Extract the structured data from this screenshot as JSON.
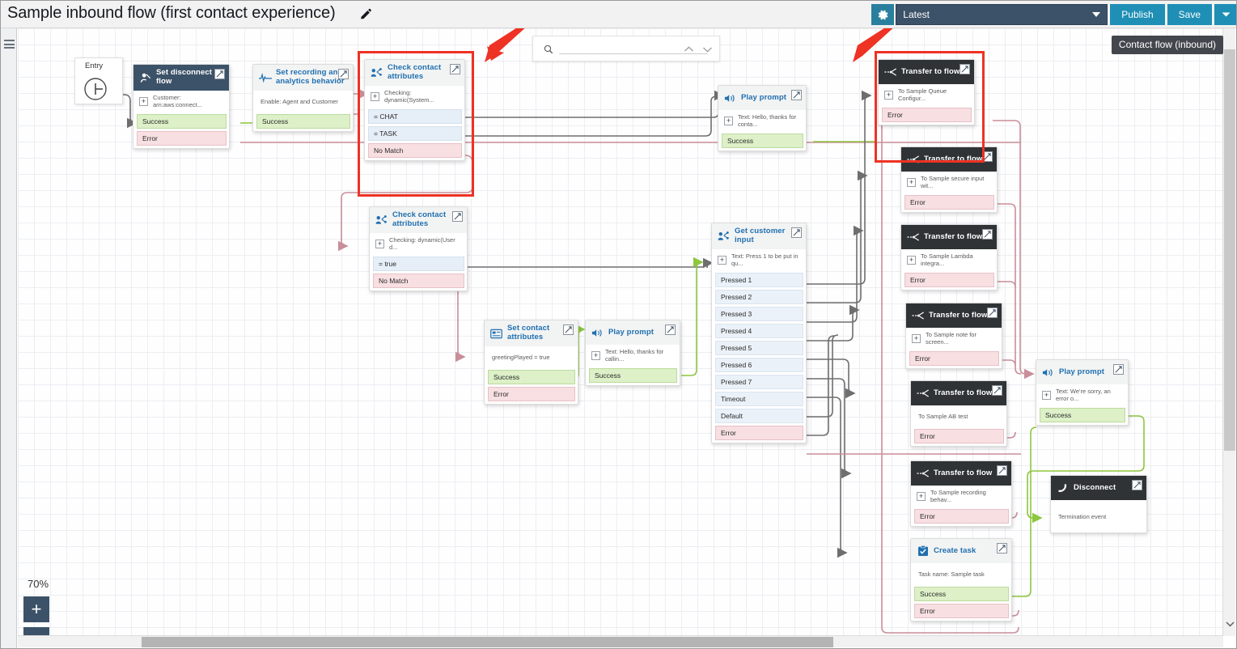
{
  "header": {
    "title": "Sample inbound flow (first contact experience)",
    "edit_icon": "pencil-icon",
    "gear_icon": "gear-icon",
    "version_value": "Latest",
    "publish_label": "Publish",
    "save_label": "Save",
    "split_label": "▾"
  },
  "canvas": {
    "flow_type_tooltip": "Contact flow (inbound)",
    "zoom_level": "70%",
    "zoom_in_label": "+",
    "zoom_out_label": "−",
    "search_placeholder": "",
    "search_value": "",
    "search_icon": "search-icon",
    "entry_label": "Entry"
  },
  "colors": {
    "accent_blue": "#1f8fb5",
    "header_navy": "#3c5268",
    "node_black": "#2f3336",
    "success_green": "#ddf0c8",
    "error_pink": "#f7dfe2",
    "condition_blue": "#e6eef7",
    "highlight_red": "#ee3224",
    "link_green": "#8dc63f",
    "link_pink": "#d49aa3",
    "link_gray": "#6e6e6e"
  },
  "nodes": [
    {
      "id": "set-disconnect-flow",
      "title": "Set disconnect flow",
      "icon": "person-disconnect-icon",
      "head_style": "dark",
      "param": "Customer: arn:aws:connect...",
      "has_plus": true,
      "branches": [
        {
          "label": "Success",
          "kind": "ok"
        },
        {
          "label": "Error",
          "kind": "err"
        }
      ]
    },
    {
      "id": "set-recording-analytics",
      "title": "Set recording and analytics behavior",
      "icon": "waveform-icon",
      "head_style": "light",
      "param": "Enable: Agent and Customer",
      "has_plus": false,
      "branches": [
        {
          "label": "Success",
          "kind": "ok"
        }
      ]
    },
    {
      "id": "check-contact-attributes-1",
      "title": "Check contact attributes",
      "icon": "contact-attributes-icon",
      "head_style": "light",
      "param": "Checking: dynamic(System...",
      "has_plus": true,
      "highlighted": true,
      "branches": [
        {
          "label": "= CHAT",
          "kind": "cond"
        },
        {
          "label": "= TASK",
          "kind": "cond"
        },
        {
          "label": "No Match",
          "kind": "err"
        }
      ]
    },
    {
      "id": "check-contact-attributes-2",
      "title": "Check contact attributes",
      "icon": "contact-attributes-icon",
      "head_style": "light",
      "param": "Checking: dynamic(User d...",
      "has_plus": true,
      "branches": [
        {
          "label": "= true",
          "kind": "cond"
        },
        {
          "label": "No Match",
          "kind": "err"
        }
      ]
    },
    {
      "id": "set-contact-attributes",
      "title": "Set contact attributes",
      "icon": "set-attributes-icon",
      "head_style": "light",
      "param": "greetingPlayed = true",
      "has_plus": false,
      "branches": [
        {
          "label": "Success",
          "kind": "ok"
        },
        {
          "label": "Error",
          "kind": "err"
        }
      ]
    },
    {
      "id": "play-prompt-greeting-calling",
      "title": "Play prompt",
      "icon": "speaker-icon",
      "head_style": "light",
      "param": "Text: Hello, thanks for callin...",
      "has_plus": true,
      "branches": [
        {
          "label": "Success",
          "kind": "ok"
        }
      ]
    },
    {
      "id": "play-prompt-greeting-contact",
      "title": "Play prompt",
      "icon": "speaker-icon",
      "head_style": "light",
      "param": "Text: Hello, thanks for conta...",
      "has_plus": true,
      "branches": [
        {
          "label": "Success",
          "kind": "ok"
        }
      ]
    },
    {
      "id": "get-customer-input",
      "title": "Get customer input",
      "icon": "customer-input-icon",
      "head_style": "light",
      "param": "Text: Press 1 to be put in qu...",
      "has_plus": true,
      "branches": [
        {
          "label": "Pressed 1",
          "kind": "plain"
        },
        {
          "label": "Pressed 2",
          "kind": "plain"
        },
        {
          "label": "Pressed 3",
          "kind": "plain"
        },
        {
          "label": "Pressed 4",
          "kind": "plain"
        },
        {
          "label": "Pressed 5",
          "kind": "plain"
        },
        {
          "label": "Pressed 6",
          "kind": "plain"
        },
        {
          "label": "Pressed 7",
          "kind": "plain"
        },
        {
          "label": "Timeout",
          "kind": "plain"
        },
        {
          "label": "Default",
          "kind": "plain"
        },
        {
          "label": "Error",
          "kind": "err"
        }
      ]
    },
    {
      "id": "transfer-queue-configuration",
      "title": "Transfer to flow",
      "icon": "transfer-icon",
      "head_style": "black",
      "param": "To Sample Queue Configur...",
      "has_plus": true,
      "highlighted": true,
      "branches": [
        {
          "label": "Error",
          "kind": "err"
        }
      ]
    },
    {
      "id": "transfer-secure-input",
      "title": "Transfer to flow",
      "icon": "transfer-icon",
      "head_style": "black",
      "param": "To Sample secure input wit...",
      "has_plus": true,
      "branches": [
        {
          "label": "Error",
          "kind": "err"
        }
      ]
    },
    {
      "id": "transfer-lambda-integration",
      "title": "Transfer to flow",
      "icon": "transfer-icon",
      "head_style": "black",
      "param": "To Sample Lambda integra...",
      "has_plus": true,
      "branches": [
        {
          "label": "Error",
          "kind": "err"
        }
      ]
    },
    {
      "id": "transfer-note-for-screen",
      "title": "Transfer to flow",
      "icon": "transfer-icon",
      "head_style": "black",
      "param": "To Sample note for screen...",
      "has_plus": true,
      "branches": [
        {
          "label": "Error",
          "kind": "err"
        }
      ]
    },
    {
      "id": "transfer-ab-test",
      "title": "Transfer to flow",
      "icon": "transfer-icon",
      "head_style": "black",
      "param": "To Sample AB test",
      "has_plus": false,
      "branches": [
        {
          "label": "Error",
          "kind": "err"
        }
      ]
    },
    {
      "id": "transfer-recording-behavior",
      "title": "Transfer to flow",
      "icon": "transfer-icon",
      "head_style": "black",
      "param": "To Sample recording behav...",
      "has_plus": true,
      "branches": [
        {
          "label": "Error",
          "kind": "err"
        }
      ]
    },
    {
      "id": "create-task",
      "title": "Create task",
      "icon": "task-check-icon",
      "head_style": "light",
      "param": "Task name: Sample task",
      "has_plus": false,
      "branches": [
        {
          "label": "Success",
          "kind": "ok"
        },
        {
          "label": "Error",
          "kind": "err"
        }
      ]
    },
    {
      "id": "play-prompt-error",
      "title": "Play prompt",
      "icon": "speaker-icon",
      "head_style": "light",
      "param": "Text: We're sorry, an error o...",
      "has_plus": true,
      "branches": [
        {
          "label": "Success",
          "kind": "ok"
        }
      ]
    },
    {
      "id": "disconnect",
      "title": "Disconnect",
      "icon": "disconnect-icon",
      "head_style": "black",
      "param": "Termination event",
      "has_plus": false,
      "branches": []
    }
  ],
  "annotations": [
    {
      "id": "arrow-to-check-contact-attributes",
      "target": "check-contact-attributes-1"
    },
    {
      "id": "arrow-to-transfer-queue-configuration",
      "target": "transfer-queue-configuration"
    }
  ]
}
